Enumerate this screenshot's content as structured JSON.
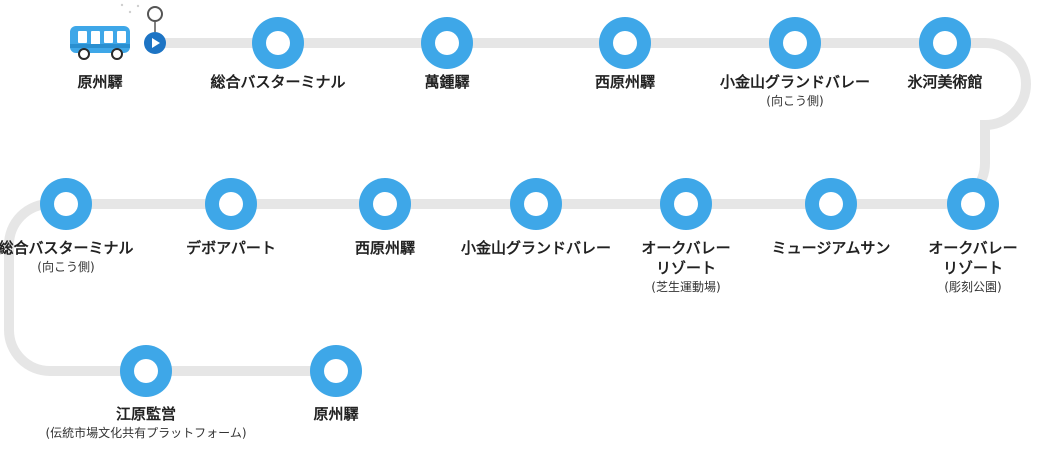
{
  "colors": {
    "route_line": "#e6e6e6",
    "stop_ring": "#3ea7e8",
    "stop_center": "#ffffff",
    "bus_body": "#3ea7e8",
    "current_marker": "#1d74c4",
    "text": "#222222"
  },
  "icons": {
    "bus": "bus-icon",
    "current_position": "location-marker-icon",
    "play": "play-icon"
  },
  "stops": [
    {
      "name": "原州驛"
    },
    {
      "name": "総合バスターミナル"
    },
    {
      "name": "萬鍾驛"
    },
    {
      "name": "西原州驛"
    },
    {
      "name": "小金山グランドバレー",
      "sub": "(向こう側)"
    },
    {
      "name": "氷河美術館"
    },
    {
      "name": "オークバレー\nリゾート",
      "sub": "(彫刻公園)"
    },
    {
      "name": "ミュージアムサン"
    },
    {
      "name": "オークバレー\nリゾート",
      "sub": "(芝生運動場)"
    },
    {
      "name": "小金山グランドバレー"
    },
    {
      "name": "西原州驛"
    },
    {
      "name": "デボアパート"
    },
    {
      "name": "総合バスターミナル",
      "sub": "(向こう側)"
    },
    {
      "name": "江原監営",
      "sub": "(伝統市場文化共有プラットフォーム)"
    },
    {
      "name": "原州驛"
    }
  ],
  "current_stop_index": 0
}
